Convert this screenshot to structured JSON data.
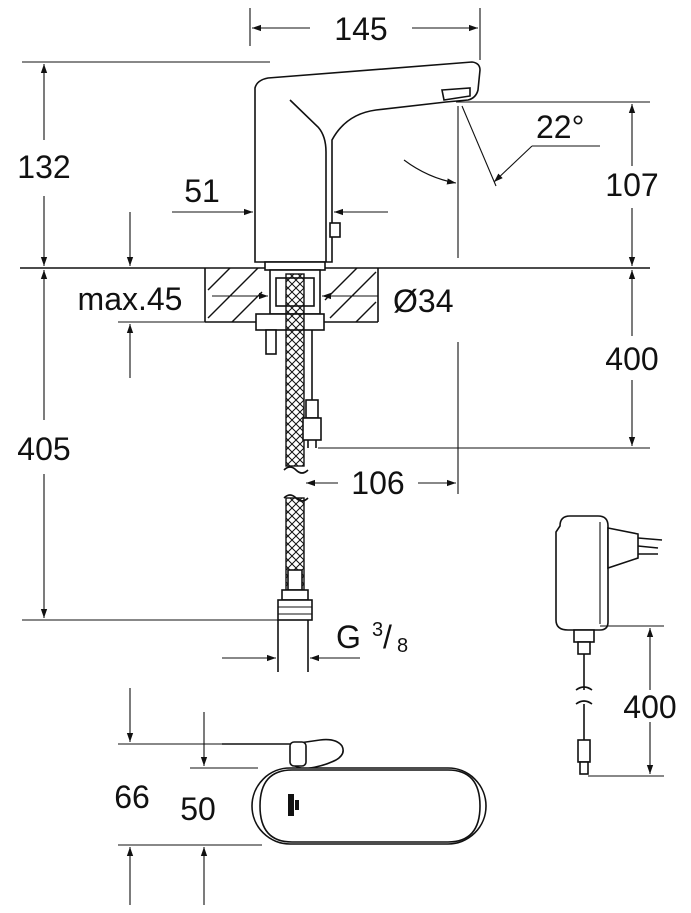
{
  "dimensions": {
    "spout_reach": "145",
    "height_above_deck": "132",
    "body_diameter": "51",
    "max_deck_thickness": "max.45",
    "hole_diameter": "Ø34",
    "spout_angle": "22°",
    "spout_height": "107",
    "cable_length": "400",
    "total_length": "405",
    "hose_offset": "106",
    "connection_thread_base": "G",
    "connection_thread_num": "3",
    "connection_thread_den": "8",
    "adapter_cable_length": "400",
    "lever_height": "66",
    "outlet_height": "50"
  }
}
